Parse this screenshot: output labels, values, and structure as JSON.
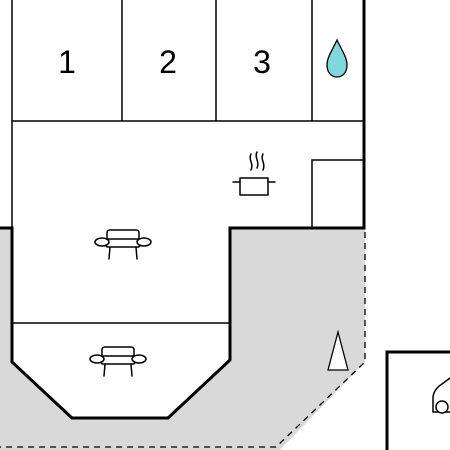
{
  "floorplan": {
    "rooms": [
      {
        "id": "bedroom-1",
        "label": "1"
      },
      {
        "id": "bedroom-2",
        "label": "2"
      },
      {
        "id": "bedroom-3",
        "label": "3"
      }
    ],
    "icons": {
      "bathroom": "water-drop-icon",
      "kitchen": "cooking-pot-icon",
      "living_room": "sofa-icon",
      "dining_area": "sofa-icon",
      "terrace": "tent-icon",
      "garage": "car-icon"
    },
    "colors": {
      "walls": "#000000",
      "terrace_fill": "#d9d9d9",
      "water_drop": "#7fd8dc",
      "background": "#ffffff"
    }
  }
}
